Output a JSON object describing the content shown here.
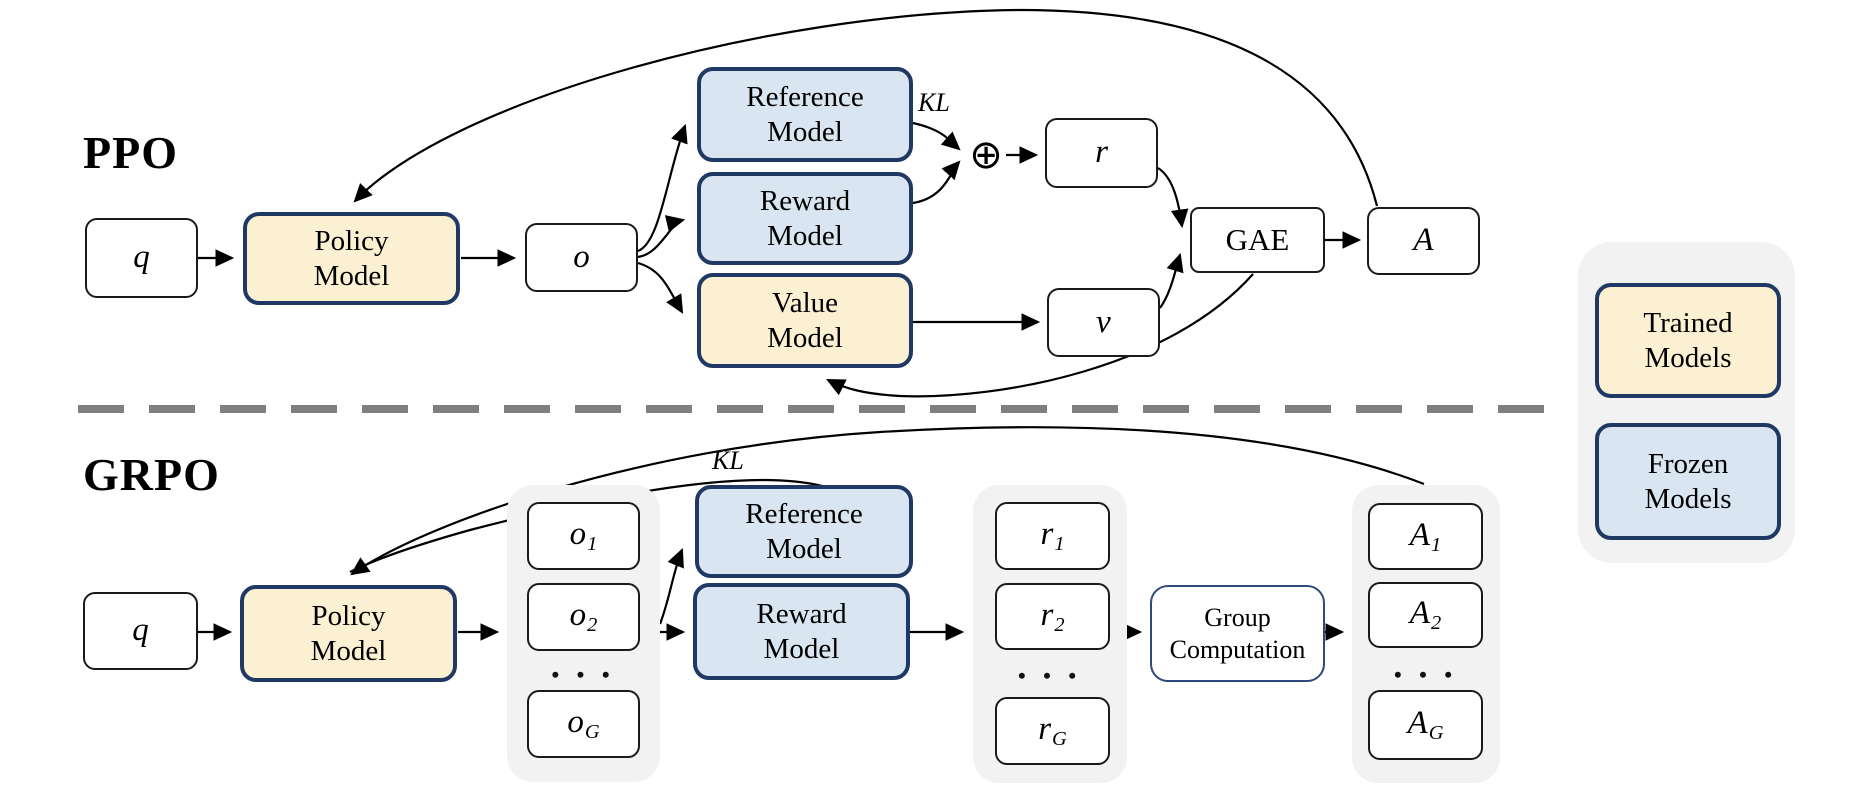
{
  "colors": {
    "trained_fill": "#FBF0D2",
    "frozen_fill": "#D9E5F1",
    "model_border": "#1F3864",
    "column_bg": "#F2F2F2",
    "divider_gray": "#7F7F7F",
    "wire_black": "#000000"
  },
  "icons": {
    "oplus": "⊕"
  },
  "ppo": {
    "label": "PPO",
    "kl_label": "KL",
    "q": {
      "base": "q"
    },
    "policy_model": {
      "line1": "Policy",
      "line2": "Model"
    },
    "output": {
      "base": "o"
    },
    "reference_model": {
      "line1": "Reference",
      "line2": "Model"
    },
    "reward_model": {
      "line1": "Reward",
      "line2": "Model"
    },
    "value_model": {
      "line1": "Value",
      "line2": "Model"
    },
    "reward": {
      "base": "r"
    },
    "value": {
      "base": "v"
    },
    "gae": "GAE",
    "advantage": {
      "base": "A"
    }
  },
  "grpo": {
    "label": "GRPO",
    "kl_label": "KL",
    "q": {
      "base": "q"
    },
    "policy_model": {
      "line1": "Policy",
      "line2": "Model"
    },
    "reference_model": {
      "line1": "Reference",
      "line2": "Model"
    },
    "reward_model": {
      "line1": "Reward",
      "line2": "Model"
    },
    "group_computation": {
      "line1": "Group",
      "line2": "Computation"
    },
    "outputs": {
      "items": [
        {
          "base": "o",
          "sub": "1"
        },
        {
          "base": "o",
          "sub": "2"
        },
        {
          "base": "o",
          "sub": "G"
        }
      ],
      "dots": "• • •"
    },
    "rewards": {
      "items": [
        {
          "base": "r",
          "sub": "1"
        },
        {
          "base": "r",
          "sub": "2"
        },
        {
          "base": "r",
          "sub": "G"
        }
      ],
      "dots": "• • •"
    },
    "advantages": {
      "items": [
        {
          "base": "A",
          "sub": "1"
        },
        {
          "base": "A",
          "sub": "2"
        },
        {
          "base": "A",
          "sub": "G"
        }
      ],
      "dots": "• • •"
    }
  },
  "legend": {
    "trained": {
      "line1": "Trained",
      "line2": "Models"
    },
    "frozen": {
      "line1": "Frozen",
      "line2": "Models"
    }
  }
}
